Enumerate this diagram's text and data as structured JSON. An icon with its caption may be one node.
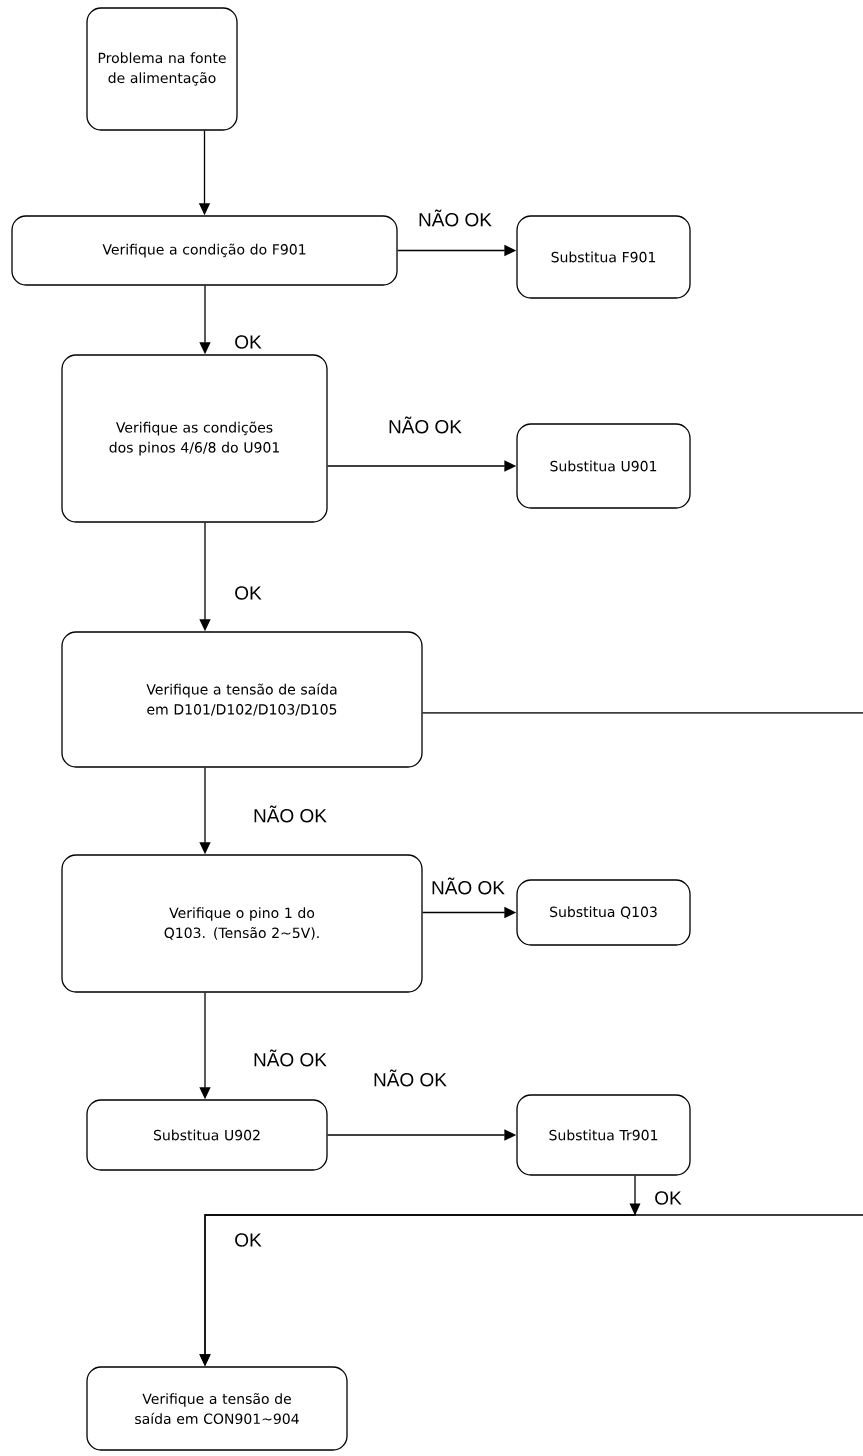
{
  "diagram": {
    "nodes": [
      {
        "text": [
          "Problema na fonte de alimentação"
        ]
      },
      {
        "text": [
          "Verifique a condição do F901"
        ]
      },
      {
        "text": [
          "Substitua F901"
        ]
      },
      {
        "text": [
          "Verifique as condições dos pinos 4/6/8 do U901"
        ]
      },
      {
        "text": [
          "Substitua U901"
        ]
      },
      {
        "text": [
          "Verifique a tensão de saída em D101/D102/D103/D105"
        ]
      },
      {
        "text": [
          "Verifique o pino 1 do Q103. (Tensão 2~5V)."
        ]
      },
      {
        "text": [
          "Substitua Q103"
        ]
      },
      {
        "text": [
          "Substitua U902"
        ]
      },
      {
        "text": [
          "Substitua Tr901"
        ]
      },
      {
        "text": [
          "Verifique a tensão de saída em CON901~904"
        ]
      }
    ],
    "edges": [
      {
        "from": 0,
        "to": 1,
        "arrow": "to"
      },
      {
        "from": 1,
        "to": 2,
        "arrow": "to",
        "label": "NÃO OK"
      },
      {
        "from": 1,
        "to": 3,
        "arrow": "to",
        "label": "OK"
      },
      {
        "from": 3,
        "to": 4,
        "arrow": "to",
        "label": "NÃO OK"
      },
      {
        "from": 3,
        "to": 5,
        "arrow": "to",
        "label": "OK"
      },
      {
        "from": 5,
        "to": null,
        "arrow": "none"
      },
      {
        "from": 5,
        "to": 6,
        "arrow": "to",
        "label": "NÃO OK"
      },
      {
        "from": 6,
        "to": 7,
        "arrow": "to",
        "label": "NÃO OK"
      },
      {
        "from": 6,
        "to": 8,
        "arrow": "to",
        "label": "NÃO OK"
      },
      {
        "from": 8,
        "to": 9,
        "arrow": "to",
        "label": "NÃO OK"
      },
      {
        "from": 9,
        "to": 10,
        "arrow": "to",
        "label": "OK"
      },
      {
        "from": null,
        "to": 10,
        "arrow": "to",
        "label": "OK"
      }
    ]
  }
}
